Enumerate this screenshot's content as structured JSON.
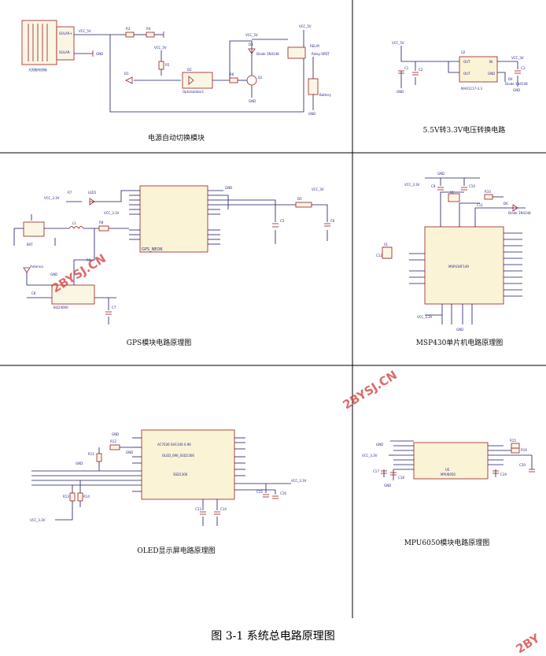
{
  "figure_caption": "图 3-1  系统总电路原理图",
  "watermarks": [
    "2BYSJ.CN",
    "2BYSJ.CN",
    "2BY"
  ],
  "panels": {
    "power_switch": {
      "caption": "电源自动切换模块",
      "solar_label": "太阳能电池板",
      "solar_pins": [
        "SOLAR+",
        "SOLAR-"
      ],
      "net_labels": [
        "VCC_5V",
        "GND",
        "VCC_5V",
        "VCC_5V",
        "VCC_5V",
        "GND",
        "GND"
      ],
      "parts": [
        "R3",
        "R4",
        "R5",
        "R6",
        "D1",
        "D2",
        "D3",
        "Q1",
        "Optoisolator1",
        "Diode 1N4148",
        "Relay-SPDT",
        "Battery",
        "RELAY"
      ]
    },
    "regulator": {
      "caption": "5.5V转3.3V电压转换电路",
      "net_labels": [
        "VCC_5V",
        "VCC_3V",
        "GND",
        "GND"
      ],
      "chip": "MAX1117-3.3",
      "pins": [
        "OUT",
        "OUT",
        "IN",
        "GND"
      ],
      "parts": [
        "C1",
        "C2",
        "C3",
        "U2",
        "D4",
        "Diode 1N4148"
      ]
    },
    "gps": {
      "caption": "GPS模块电路原理图",
      "chip": "GPS_NEO6",
      "net_labels": [
        "VCC_3.3V",
        "VCC_3.3V",
        "VCC_3V",
        "GND",
        "GND"
      ],
      "parts": [
        "R7",
        "LED1",
        "C5",
        "C6",
        "C7",
        "C8",
        "D5",
        "Antenna",
        "BAT",
        "L1",
        "R8",
        "R9",
        "BQ24090"
      ]
    },
    "msp430": {
      "caption": "MSP430单片机电路原理图",
      "chip": "MSP430F149",
      "net_labels": [
        "VCC_3.3V",
        "VCC_3.3V",
        "GND",
        "GND"
      ],
      "parts": [
        "Y1",
        "C9",
        "C10",
        "C11",
        "C12",
        "R10",
        "D6",
        "Diode 1N4148",
        "S1"
      ]
    },
    "oled": {
      "caption": "OLED显示屏电路原理图",
      "chip": "SSD1306",
      "chip_line1": "AC7036 SH1106 0.96",
      "chip_line2": "OLED_096_SSD1306",
      "net_labels": [
        "VCC_3.3V",
        "VCC_3.3V",
        "GND",
        "GND",
        "GND"
      ],
      "parts": [
        "R11",
        "R12",
        "R13",
        "R14",
        "C13",
        "C14",
        "C15",
        "C16"
      ]
    },
    "mpu6050": {
      "caption": "MPU6050模块电路原理图",
      "chip": "MPU6050",
      "net_labels": [
        "VCC_3.3V",
        "GND",
        "GND"
      ],
      "parts": [
        "R15",
        "R16",
        "C17",
        "C18",
        "C19",
        "C20",
        "U5"
      ]
    }
  }
}
